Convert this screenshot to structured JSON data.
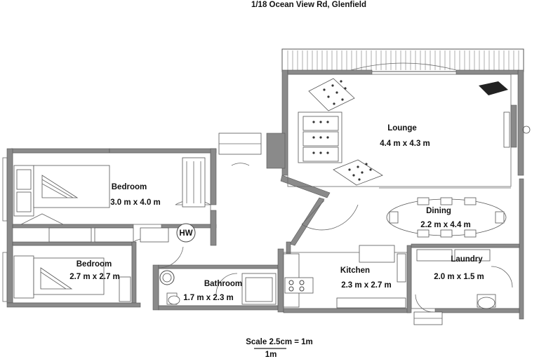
{
  "address": "1/18 Ocean View Rd, Glenfield",
  "rooms": [
    {
      "name": "Lounge",
      "size": "4.4 m x 4.3 m"
    },
    {
      "name": "Dining",
      "size": "2.2 m x 4.4 m"
    },
    {
      "name": "Bedroom",
      "size": "3.0 m x 4.0 m"
    },
    {
      "name": "Bedroom",
      "size": "2.7 m x 2.7 m"
    },
    {
      "name": "Bathroom",
      "size": "1.7 m x 2.3 m"
    },
    {
      "name": "Kitchen",
      "size": "2.3 m x 2.7 m"
    },
    {
      "name": "Laundry",
      "size": "2.0 m x 1.5 m"
    }
  ],
  "fixtures": {
    "hot_water": "HW"
  },
  "scale": {
    "text": "Scale 2.5cm  =  1m",
    "bar_label": "1m"
  }
}
